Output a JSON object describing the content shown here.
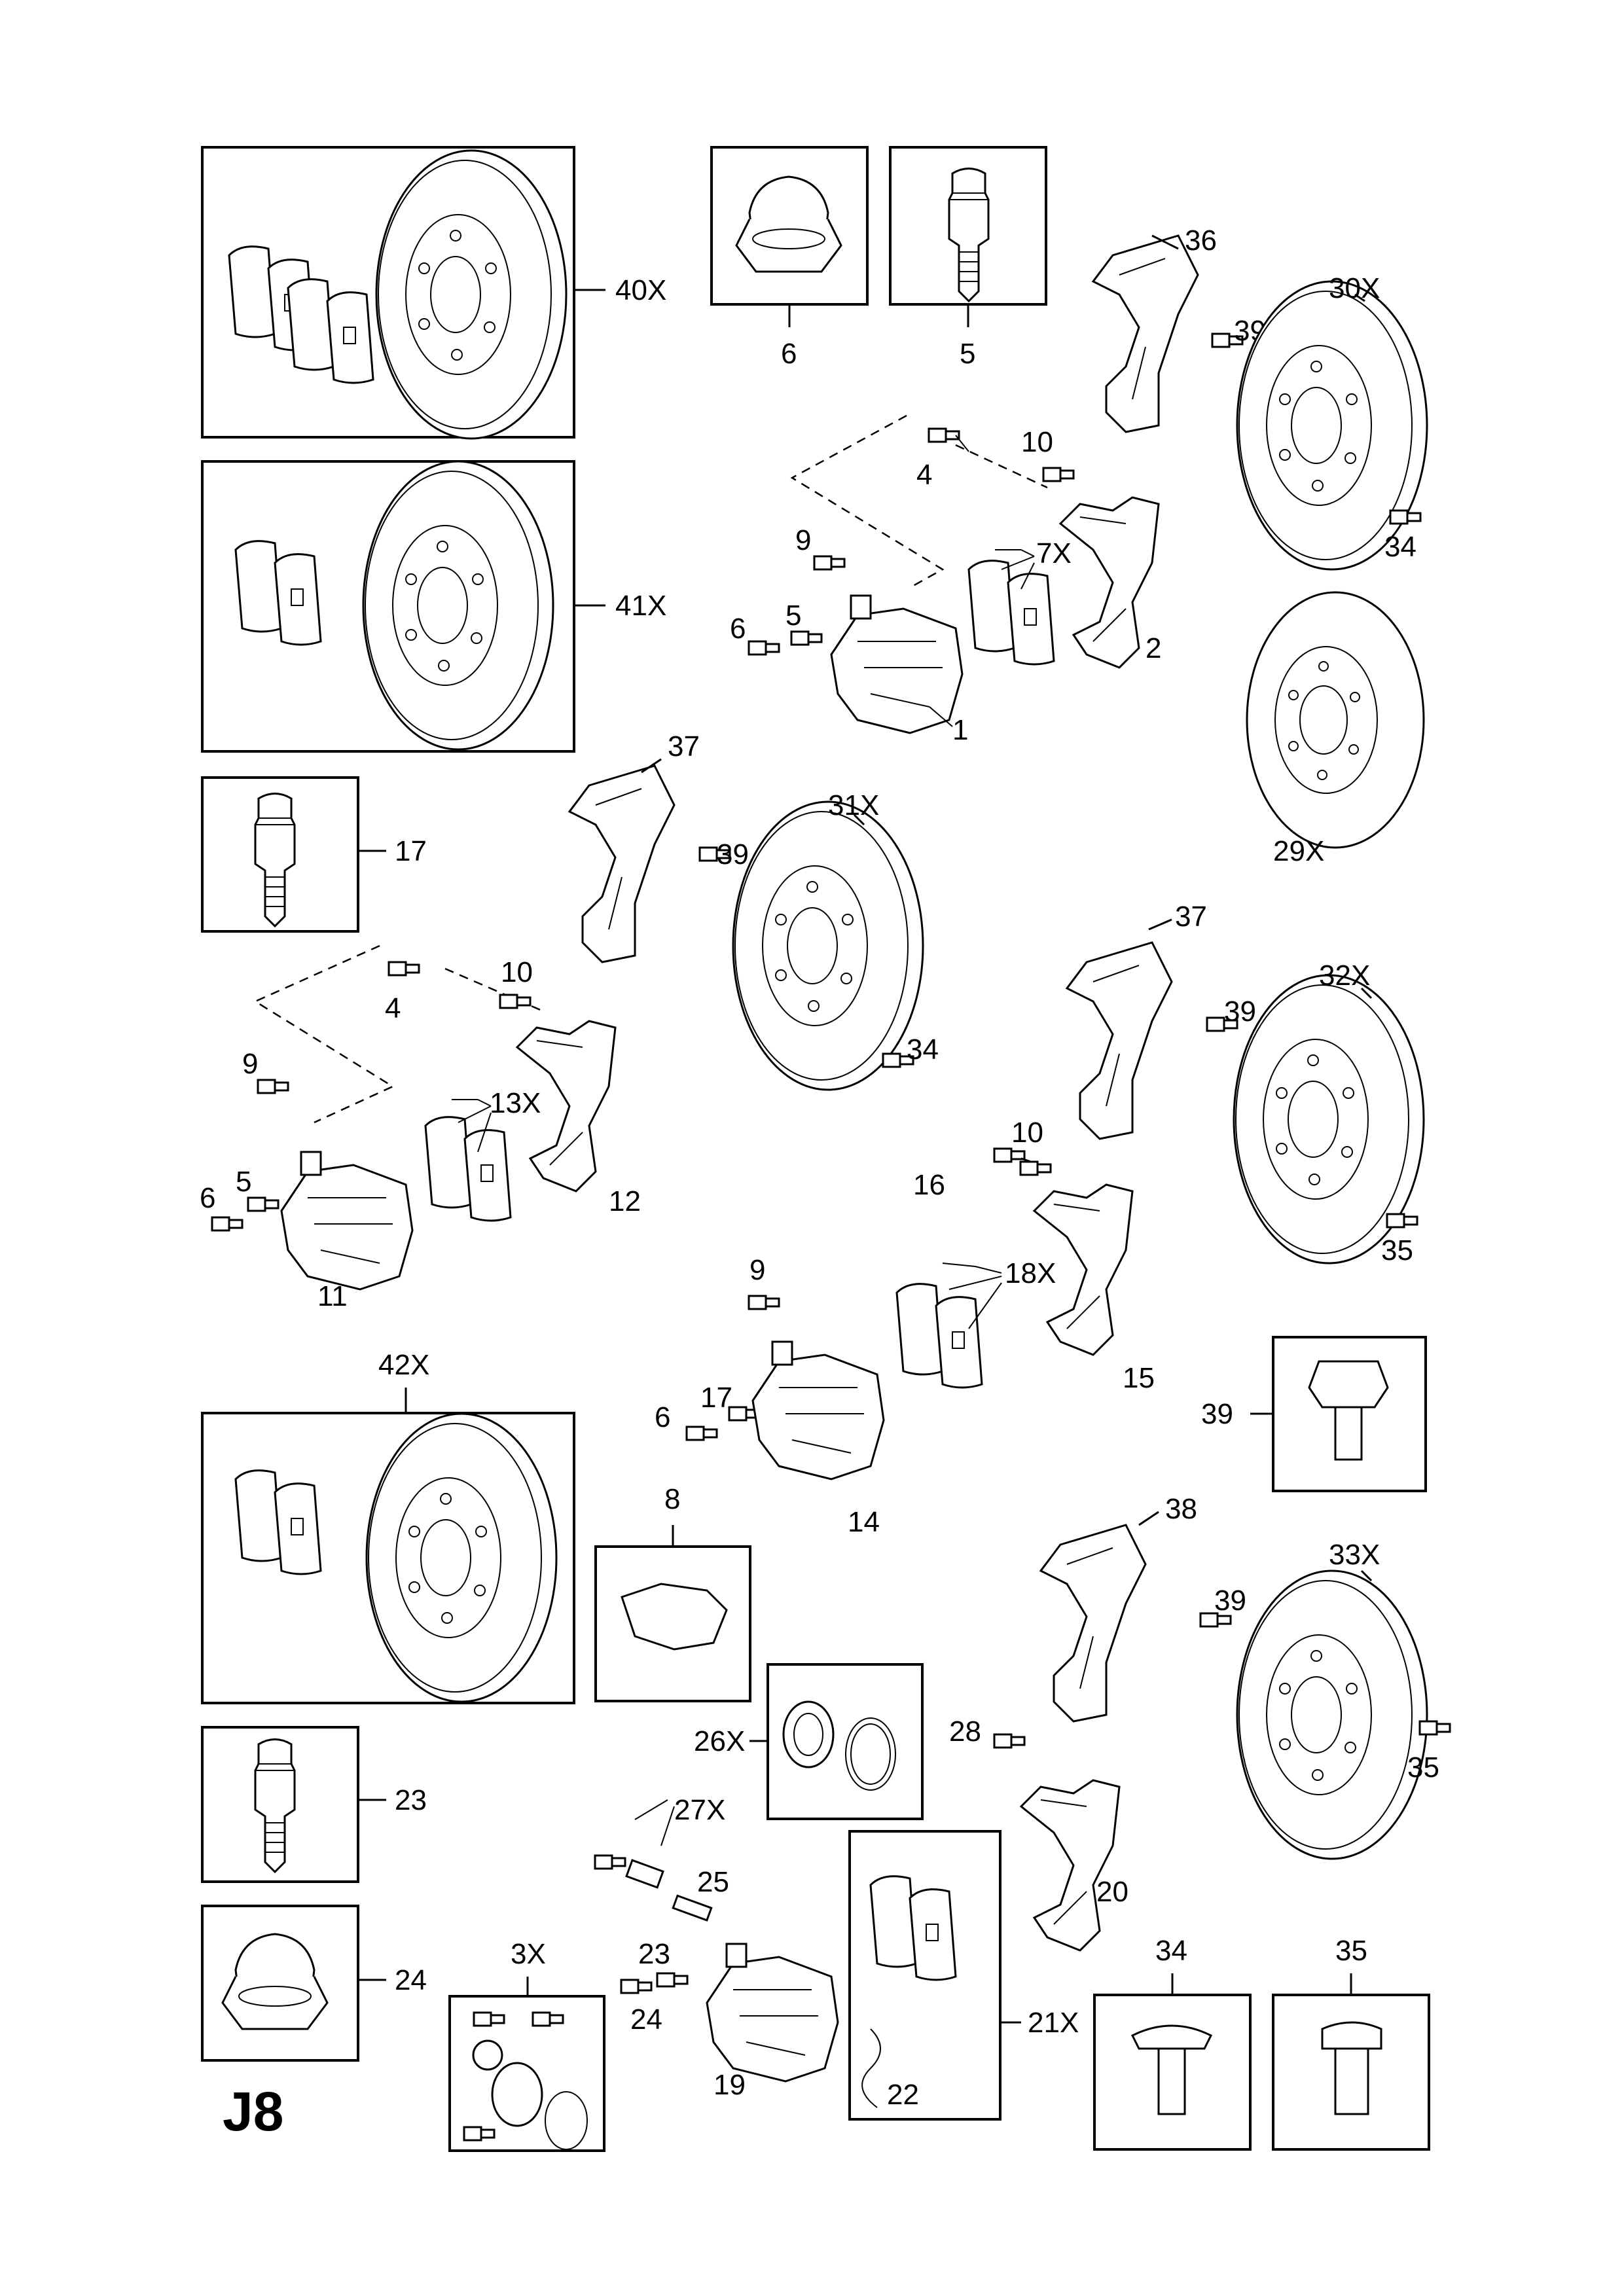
{
  "page_code": "J8",
  "labels": {
    "l1": "1",
    "l2": "2",
    "l3x": "3X",
    "l4a": "4",
    "l4b": "4",
    "l5a": "5",
    "l5b": "5",
    "l5c": "5",
    "l6a": "6",
    "l6b": "6",
    "l6c": "6",
    "l6d": "6",
    "l7x": "7X",
    "l8": "8",
    "l9a": "9",
    "l9b": "9",
    "l9c": "9",
    "l10a": "10",
    "l10b": "10",
    "l10c": "10",
    "l11": "11",
    "l12": "12",
    "l13x": "13X",
    "l14": "14",
    "l15": "15",
    "l16": "16",
    "l17a": "17",
    "l17b": "17",
    "l18x": "18X",
    "l19": "19",
    "l20": "20",
    "l21x": "21X",
    "l22": "22",
    "l23a": "23",
    "l23b": "23",
    "l24a": "24",
    "l24b": "24",
    "l25": "25",
    "l26x": "26X",
    "l27x": "27X",
    "l28": "28",
    "l29x": "29X",
    "l30x": "30X",
    "l31x": "31X",
    "l32x": "32X",
    "l33x": "33X",
    "l34a": "34",
    "l34b": "34",
    "l34c": "34",
    "l35a": "35",
    "l35b": "35",
    "l35c": "35",
    "l36": "36",
    "l37a": "37",
    "l37b": "37",
    "l38": "38",
    "l39a": "39",
    "l39b": "39",
    "l39c": "39",
    "l39d": "39",
    "l39e": "39",
    "l40x": "40X",
    "l41x": "41X",
    "l42x": "42X"
  }
}
